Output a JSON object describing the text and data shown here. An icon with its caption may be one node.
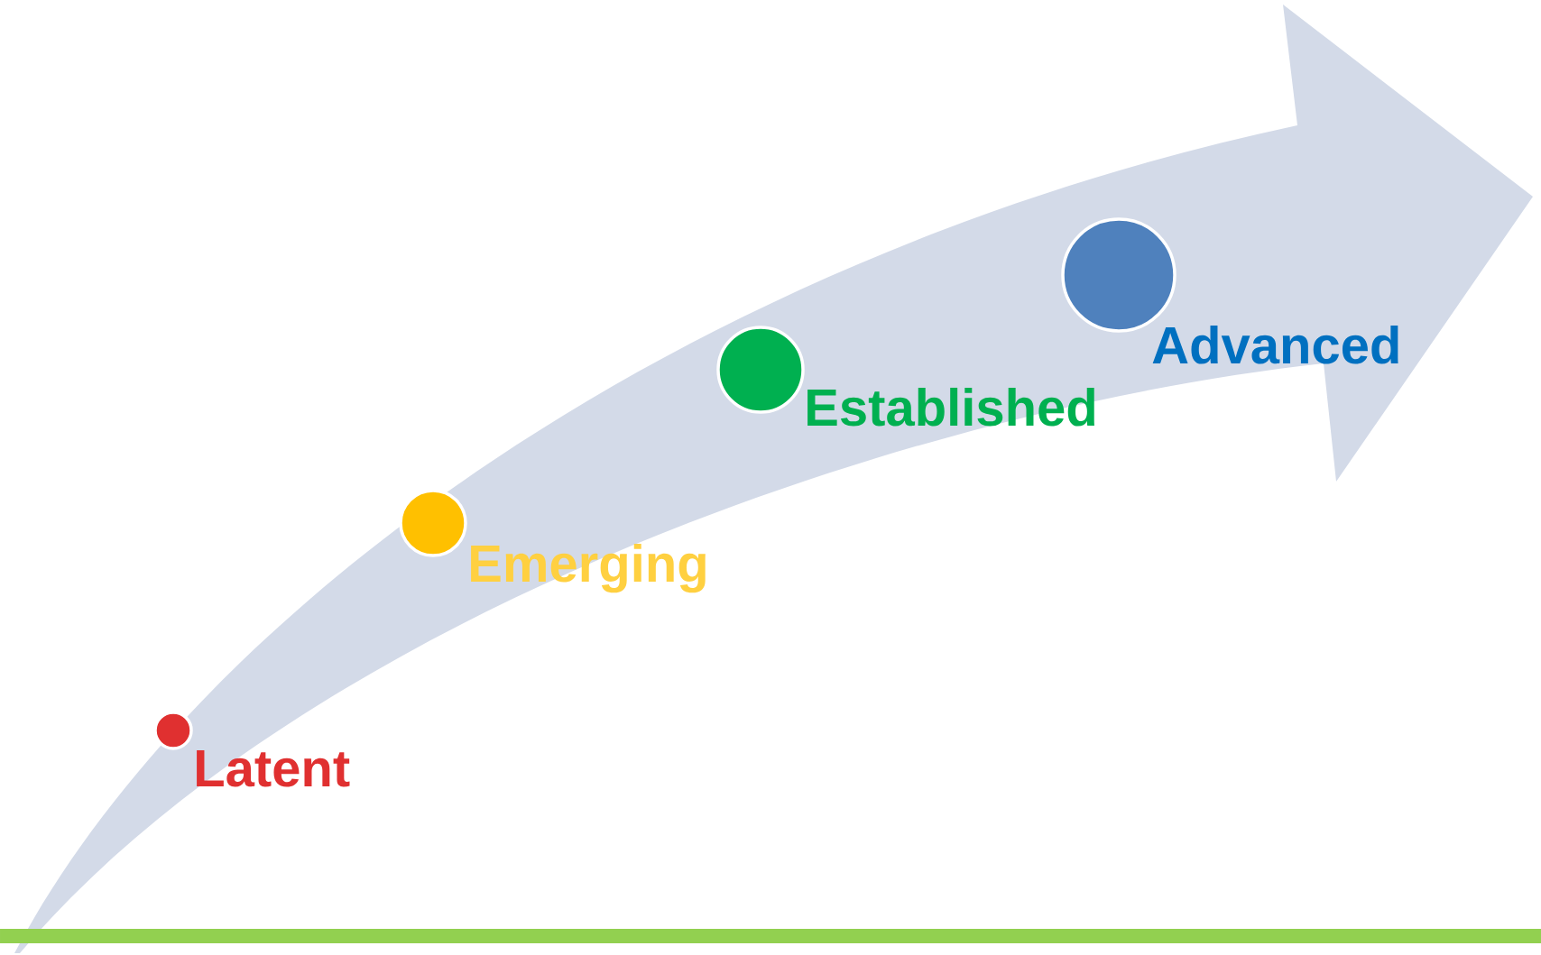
{
  "diagram": {
    "nodes": [
      {
        "text": [],
        "shape": "circle",
        "beside": [
          "Latent"
        ]
      },
      {
        "text": [],
        "shape": "circle",
        "beside": [
          "Emerging"
        ]
      },
      {
        "text": [],
        "shape": "circle",
        "beside": [
          "Established"
        ]
      },
      {
        "text": [],
        "shape": "circle",
        "beside": [
          "Advanced"
        ]
      }
    ]
  }
}
